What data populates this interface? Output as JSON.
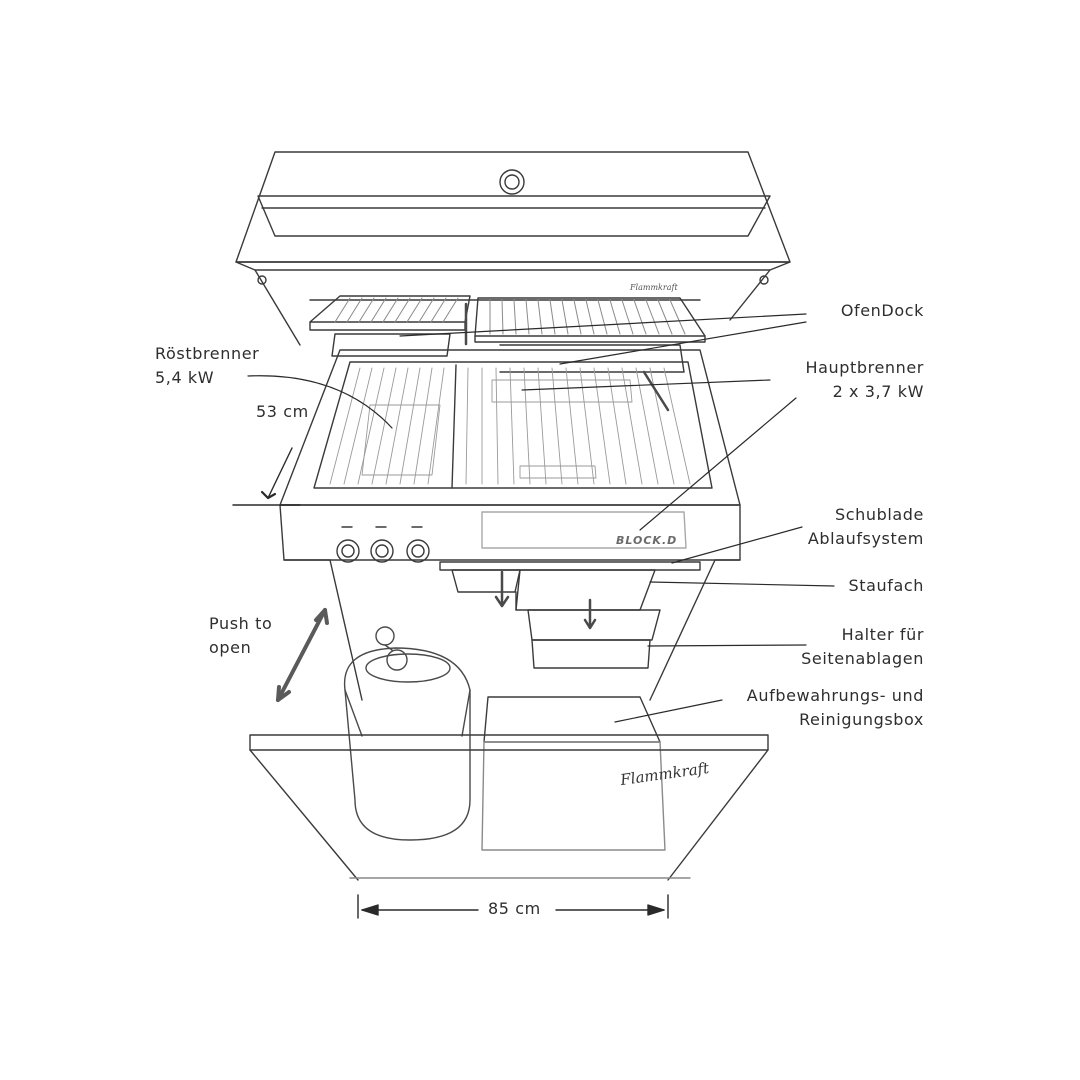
{
  "labels": {
    "ofendock": "OfenDock",
    "hauptbrenner": [
      "Hauptbrenner",
      "2 x 3,7 kW"
    ],
    "schublade": [
      "Schublade",
      "Ablaufsystem"
    ],
    "staufach": "Staufach",
    "halter": [
      "Halter für",
      "Seitenablagen"
    ],
    "aufbewahrung": [
      "Aufbewahrungs- und",
      "Reinigungsbox"
    ],
    "roestbrenner": [
      "Röstbrenner",
      "5,4 kW"
    ],
    "push": [
      "Push to",
      "open"
    ]
  },
  "dimensions": {
    "depth": "53 cm",
    "width": "85 cm"
  },
  "branding": {
    "front_plate": "BLOCK.D",
    "signature": "Flammkraft",
    "hood_badge": "Flammkraft"
  }
}
